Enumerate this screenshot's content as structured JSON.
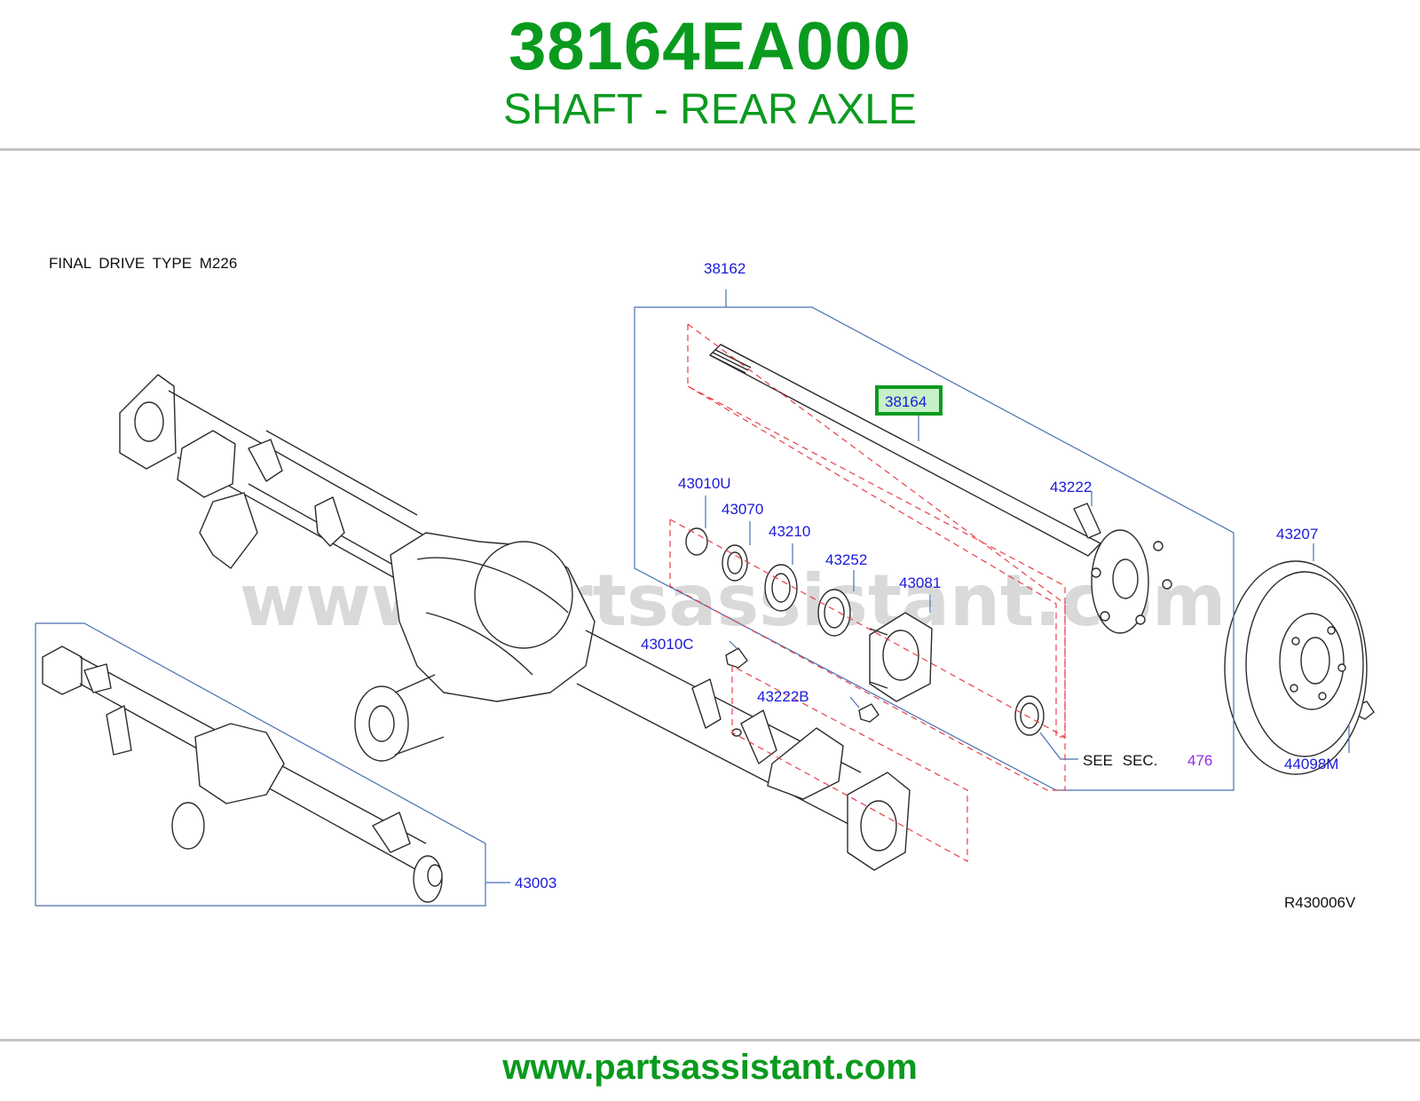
{
  "header": {
    "part_number": "38164EA000",
    "part_name": "SHAFT - REAR AXLE"
  },
  "diagram": {
    "note": "FINAL  DRIVE  TYPE  M226",
    "watermark": "www.partsassistant.com",
    "reference_code": "R430006V",
    "see_section_text": "SEE  SEC.",
    "see_section_number": "476",
    "highlighted_part": "38164",
    "callouts": {
      "c38162": "38162",
      "c38164": "38164",
      "c43222": "43222",
      "c43010U": "43010U",
      "c43070": "43070",
      "c43210": "43210",
      "c43252": "43252",
      "c43081": "43081",
      "c43207": "43207",
      "c43010C": "43010C",
      "c43222B": "43222B",
      "c44098M": "44098M",
      "c43003": "43003"
    },
    "colors": {
      "callout": "#1a1adb",
      "highlight": "#0a9a1e",
      "highlight_fill": "#c8f0c8",
      "leader": "#4a6fb0",
      "dashed": "#e8404a"
    }
  },
  "footer": {
    "url": "www.partsassistant.com"
  }
}
